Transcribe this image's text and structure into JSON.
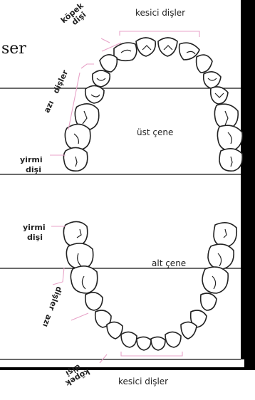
{
  "upper": {
    "incisors_label": "kesici dişler",
    "canine_label_1": "köpek",
    "canine_label_2": "dişi",
    "molars_label_1": "azı",
    "molars_label_2": "dişler",
    "wisdom_label_1": "yirmi",
    "wisdom_label_2": "dişi",
    "jaw_label": "üst çene"
  },
  "lower": {
    "wisdom_label_1": "yirmi",
    "wisdom_label_2": "dişi",
    "jaw_label": "alt çene",
    "molars_label_1": "azı",
    "molars_label_2": "dişler",
    "canine_label_1": "köpek",
    "canine_label_2": "dişi",
    "incisors_label": "kesici dişler"
  },
  "fragment_text": "ser",
  "colors": {
    "outline": "#222222",
    "bracket": "#e8a3c8",
    "frame": "#000000"
  }
}
